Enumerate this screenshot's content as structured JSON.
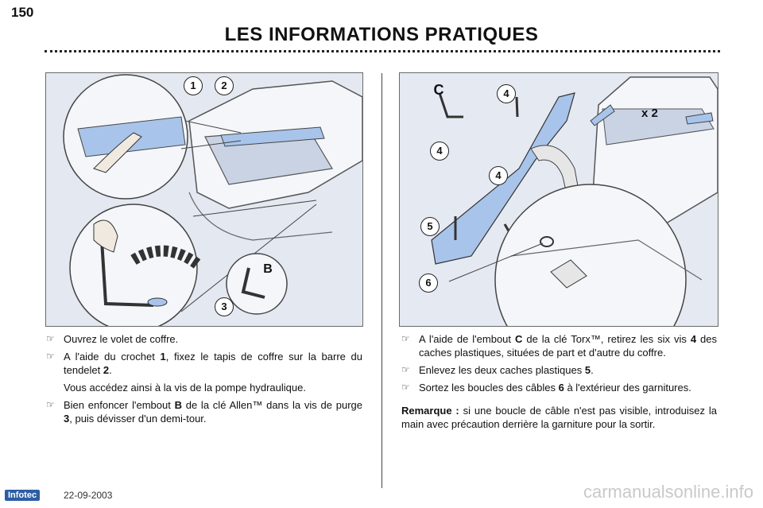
{
  "page": {
    "number": "150",
    "title": "LES INFORMATIONS PRATIQUES"
  },
  "left_figure": {
    "callouts": [
      "1",
      "2",
      "3",
      "B"
    ]
  },
  "right_figure": {
    "callouts": [
      "C",
      "4",
      "4",
      "4",
      "5",
      "6"
    ],
    "multiplier": "x 2"
  },
  "left_column": {
    "bullet_1": "Ouvrez le volet de coffre.",
    "bullet_2_pre": "A l'aide du crochet ",
    "bullet_2_ref1": "1",
    "bullet_2_mid": ", fixez le tapis de coffre sur la barre du tendelet ",
    "bullet_2_ref2": "2",
    "bullet_2_post": ".",
    "indent": "Vous accédez ainsi à la vis de la pompe hydraulique.",
    "bullet_3_pre": "Bien enfoncer l'embout ",
    "bullet_3_ref1": "B",
    "bullet_3_mid": " de la clé Allen™ dans la vis de purge ",
    "bullet_3_ref2": "3",
    "bullet_3_post": ", puis dévisser d'un demi-tour."
  },
  "right_column": {
    "bullet_1_pre": "A l'aide de l'embout ",
    "bullet_1_ref1": "C",
    "bullet_1_mid": " de la clé Torx™, retirez les six vis ",
    "bullet_1_ref2": "4",
    "bullet_1_post": " des caches plastiques, situées de part et d'autre du coffre.",
    "bullet_2_pre": "Enlevez les deux caches plastiques ",
    "bullet_2_ref": "5",
    "bullet_2_post": ".",
    "bullet_3_pre": "Sortez les boucles des câbles ",
    "bullet_3_ref": "6",
    "bullet_3_post": " à l'extérieur des garnitures.",
    "note_label": "Remarque :",
    "note_text": " si une boucle de câble n'est pas visible, introduisez la main avec précaution derrière la garniture pour la sortir."
  },
  "footer": {
    "logo": "Infotec",
    "date": "22-09-2003",
    "watermark": "carmanualsonline.info"
  },
  "colors": {
    "figure_bg": "#e3e8f1",
    "part_highlight": "#a9c4ea"
  }
}
